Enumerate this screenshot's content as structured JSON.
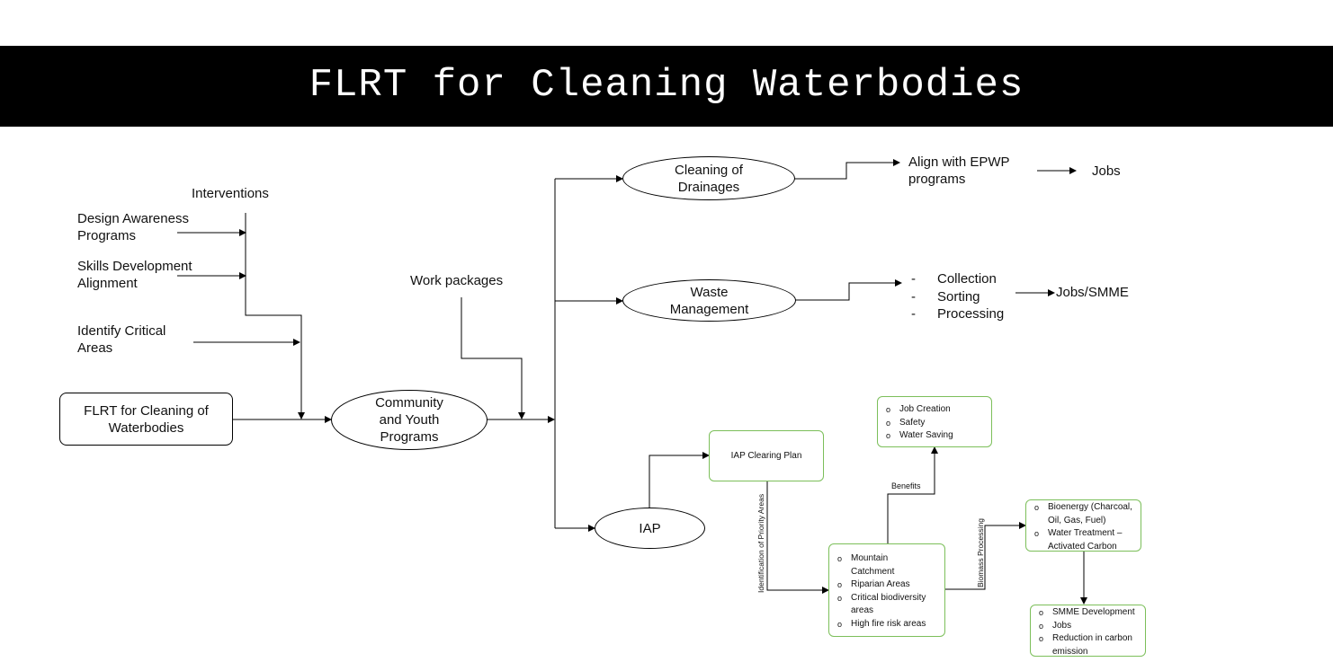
{
  "title": "FLRT for Cleaning Waterbodies",
  "left": {
    "interventions_label": "Interventions",
    "design_awareness": "Design Awareness\nPrograms",
    "skills_development": "Skills Development\nAlignment",
    "identify_critical": "Identify Critical\nAreas",
    "flrt_box": "FLRT for Cleaning of\nWaterbodies"
  },
  "community": "Community\nand Youth\nPrograms",
  "work_packages": "Work packages",
  "drainage": {
    "label": "Cleaning of\nDrainages",
    "align": "Align with EPWP\nprograms",
    "jobs": "Jobs"
  },
  "waste": {
    "label": "Waste\nManagement",
    "items": [
      "Collection",
      "Sorting",
      "Processing"
    ],
    "result": "Jobs/SMME"
  },
  "iap": {
    "label": "IAP",
    "clearing_plan": "IAP Clearing Plan",
    "identification_label": "Identification of Priority Areas",
    "priority_areas": [
      "Mountain Catchment",
      "Riparian Areas",
      "Critical biodiversity areas",
      "High fire risk areas"
    ],
    "benefits_label": "Benefits",
    "benefits": [
      "Job Creation",
      "Safety",
      "Water Saving"
    ],
    "biomass_label": "Biomass Processing",
    "products": [
      "Bioenergy  (Charcoal, Oil, Gas, Fuel)",
      "Water Treatment – Activated Carbon"
    ],
    "outcomes": [
      "SMME Development",
      "Jobs",
      "Reduction in carbon emission"
    ]
  },
  "colors": {
    "title_bg": "#000000",
    "title_fg": "#ffffff",
    "green_border": "#7cbf5a"
  }
}
